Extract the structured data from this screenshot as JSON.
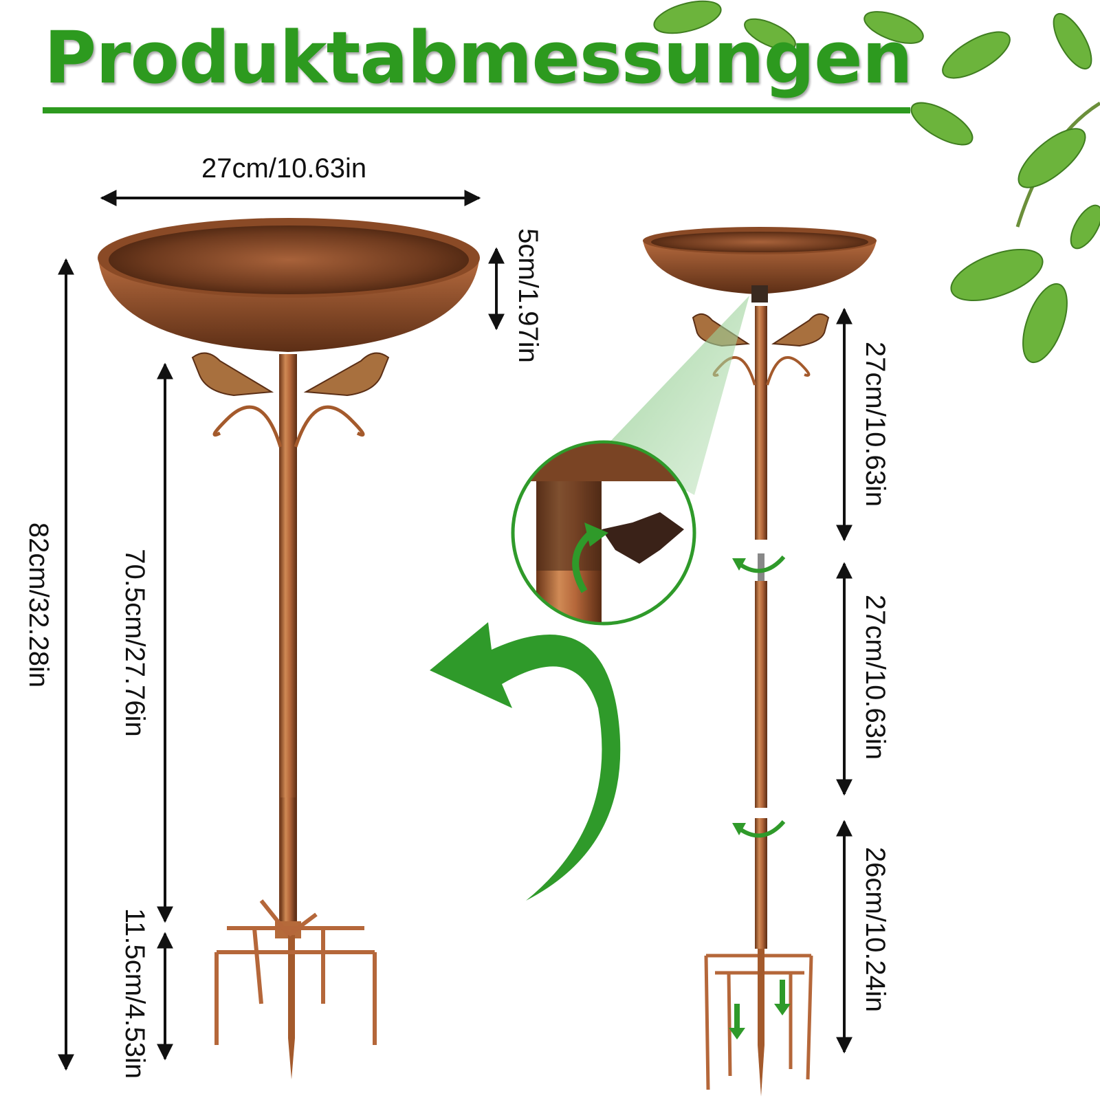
{
  "title": "Produktabmessungen",
  "colors": {
    "title": "#2d9a1f",
    "accent_green": "#2f9a2a",
    "copper": "#b86a3a",
    "copper_dark": "#5a2e15",
    "leaf": "#6cb43c"
  },
  "dimensions": {
    "bowl_diameter": "27cm/10.63in",
    "bowl_depth": "5cm/1.97in",
    "total_height": "82cm/32.28in",
    "pole_height": "70.5cm/27.76in",
    "stake_height": "11.5cm/4.53in",
    "segment_top": "27cm/10.63in",
    "segment_middle": "27cm/10.63in",
    "segment_bottom": "26cm/10.24in"
  }
}
